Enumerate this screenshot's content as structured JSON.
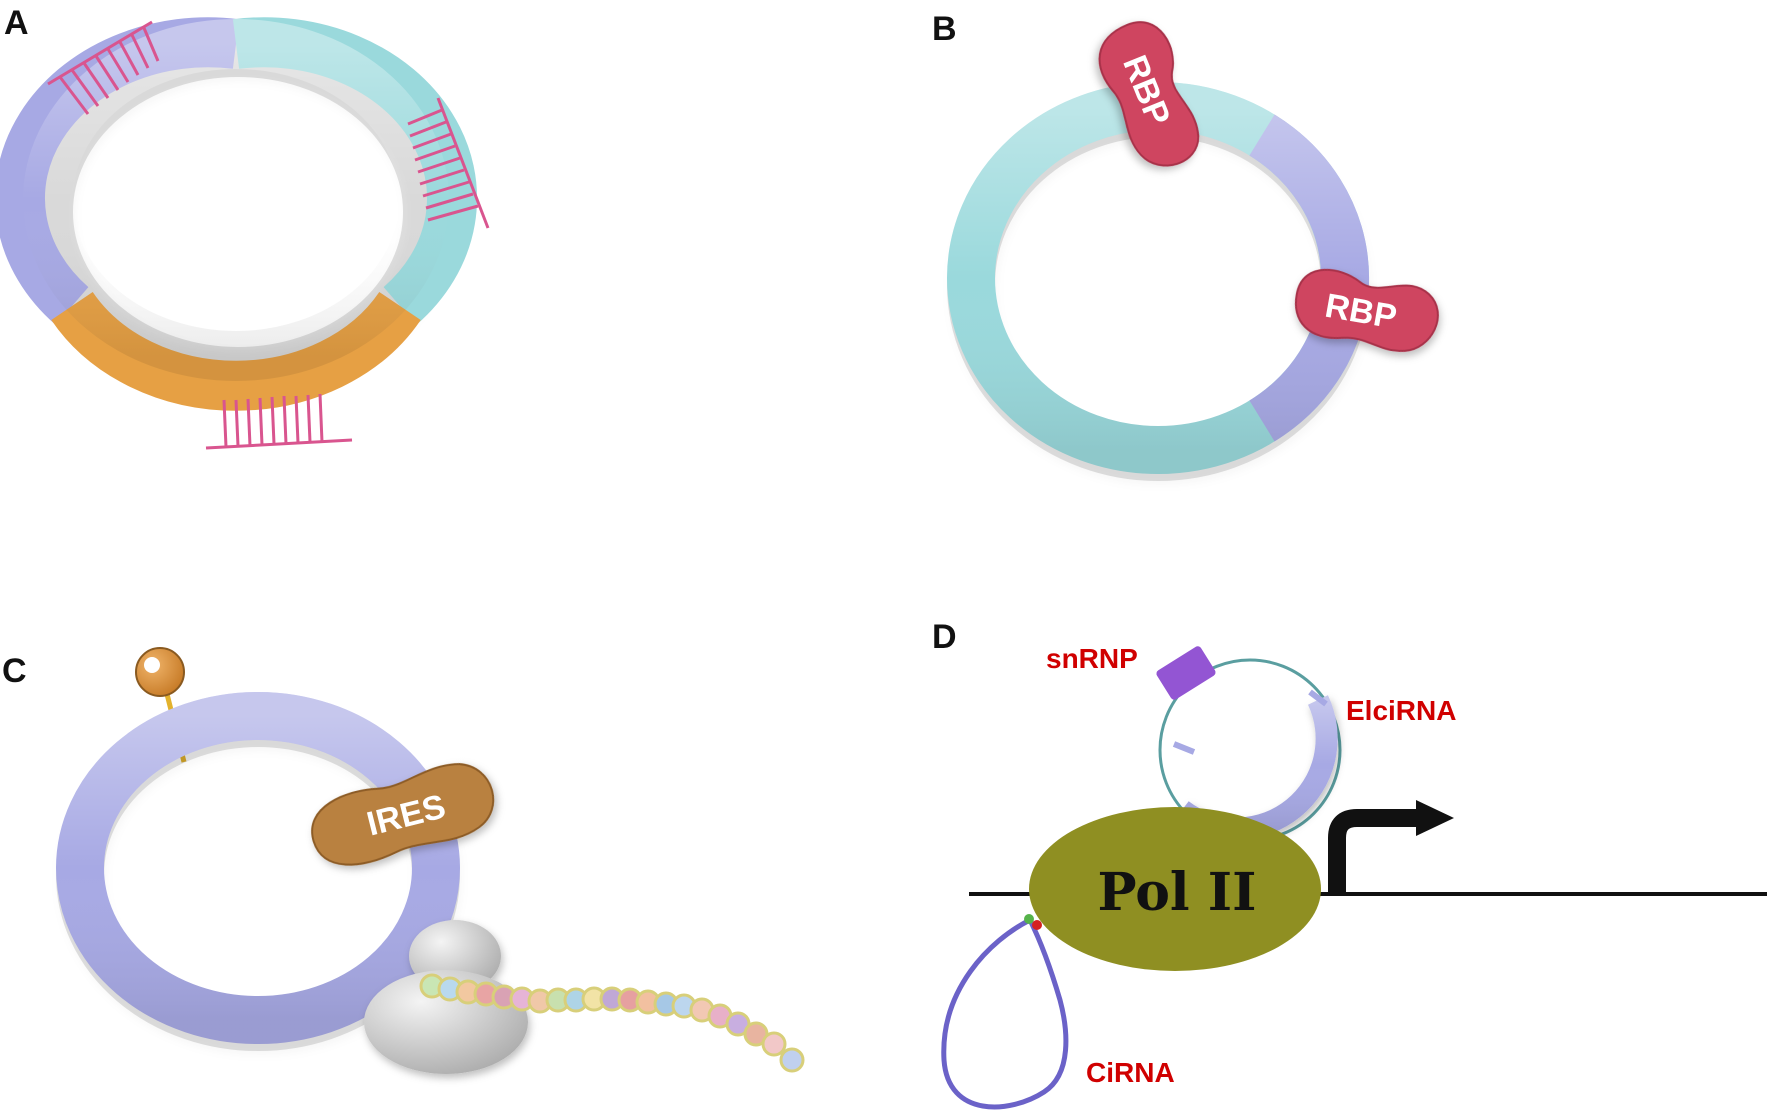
{
  "panels": [
    {
      "letter": "A"
    },
    {
      "letter": "B"
    },
    {
      "letter": "C"
    },
    {
      "letter": "D"
    }
  ],
  "labels": {
    "rbp_top": "RBP",
    "rbp_right": "RBP",
    "ires": "IRES",
    "snrnp": "snRNP",
    "elcirna": "ElciRNA",
    "pol2": "Pol II",
    "cirna": "CiRNA"
  },
  "colors": {
    "lavender": "#a7a9e4",
    "teal": "#9ad9dc",
    "orange": "#e6a044",
    "pink_mirna": "#d9558f",
    "rbp_red": "#cf4560",
    "ires_brown": "#b9813f",
    "pol2_olive": "#8f8f22",
    "snrnp_purple": "#9355d3",
    "label_red": "#d00000",
    "ribosome_gray": "#cfcfcf"
  },
  "icons": {
    "arrow": "transcription-start-arrow-icon",
    "ribosome": "ribosome-icon",
    "cap": "m6a-lollipop-icon"
  },
  "peptide_bead_colors": [
    "#c9e6b4",
    "#b9d9ee",
    "#f2c8a0",
    "#e8a4a4",
    "#d9a2b4",
    "#e6b4d6",
    "#f0c8a8",
    "#c8e0ae",
    "#aed4e6",
    "#f2e3a6",
    "#c0a8d6",
    "#e6a0a0",
    "#f2c0a0",
    "#a6c8e6",
    "#bcd6ee",
    "#f2c8b4",
    "#e8b0c8",
    "#c8aee0",
    "#e8b4a0",
    "#f2c8c8",
    "#c0d0ee"
  ]
}
